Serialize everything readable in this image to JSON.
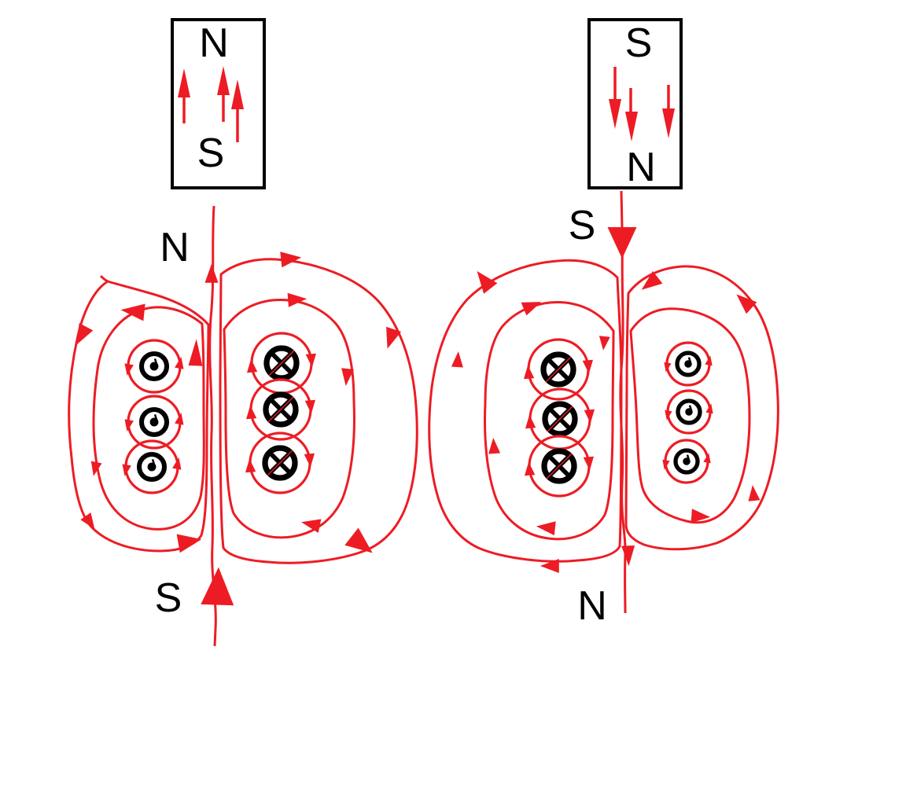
{
  "page": {
    "background": "#ffffff"
  },
  "colors": {
    "field_line_red": "#ED1C24",
    "ink_black": "#000000"
  },
  "magnets": {
    "left": {
      "top_label": "N",
      "bottom_label": "S",
      "arrow_direction": "up",
      "arrow_count": 3
    },
    "right": {
      "top_label": "S",
      "bottom_label": "N",
      "arrow_direction": "down",
      "arrow_count": 3
    }
  },
  "solenoids": {
    "left": {
      "top_pole_label": "N",
      "bottom_pole_label": "S",
      "axis_field_direction": "up",
      "left_column": {
        "symbol": "current-out-of-page",
        "count": 3,
        "circulation": "counterclockwise"
      },
      "right_column": {
        "symbol": "current-into-page",
        "count": 3,
        "circulation": "clockwise"
      }
    },
    "right": {
      "top_pole_label": "S",
      "bottom_pole_label": "N",
      "axis_field_direction": "down",
      "left_column": {
        "symbol": "current-into-page",
        "count": 3,
        "circulation": "clockwise"
      },
      "right_column": {
        "symbol": "current-out-of-page",
        "count": 3,
        "circulation": "counterclockwise"
      }
    }
  }
}
